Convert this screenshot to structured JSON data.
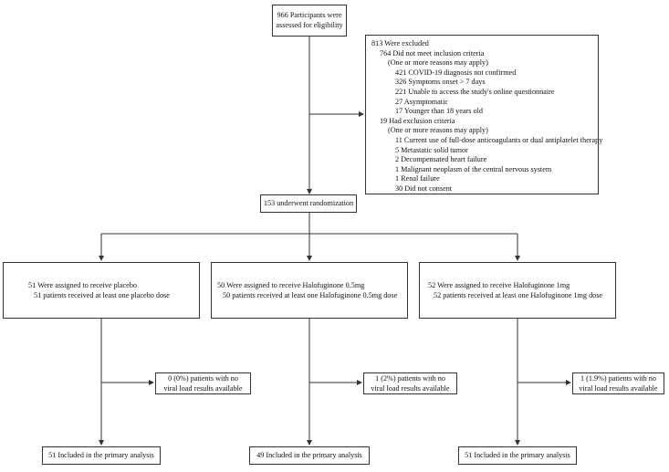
{
  "assessed": {
    "line1": "966 Participants were",
    "line2": "assessed for eligibility"
  },
  "excluded": {
    "title": "813 Were excluded",
    "inclusion_title": "764 Did not meet inclusion criteria",
    "inclusion_note": "(One or more reasons may apply)",
    "inclusion_items": [
      "421 COVID-19 diagnosis not confirmed",
      "326 Symptoms onset > 7 days",
      "221 Unable to access the study's online questionnaire",
      "27 Asymptomatic",
      "17 Younger than 18 years old"
    ],
    "exclusion_title": "19 Had exclusion criteria",
    "exclusion_note": "(One or more reasons may apply)",
    "exclusion_items": [
      "11 Current use of full-dose anticoagulants or dual antiplatelet therapy",
      "5 Metastatic solid tumor",
      "2 Decompensated heart failure",
      "1 Malignant neoplasm of the central nervous system",
      "1 Renal failure"
    ],
    "no_consent": "30 Did not consent"
  },
  "randomized": "153 underwent randomization",
  "arms": [
    {
      "assigned": "51  Were assigned to receive placebo",
      "received": "51  patients received at least one placebo dose",
      "missing_line1": "0 (0%) patients with no",
      "missing_line2": "viral load results available",
      "analysis": "51 Included in the primary analysis"
    },
    {
      "assigned": "50  Were assigned to receive Halofuginone 0.5mg",
      "received": "50  patients received at least one Halofuginone 0.5mg dose",
      "missing_line1": "1 (2%) patients with no",
      "missing_line2": "viral load results available",
      "analysis": "49 Included in the primary analysis"
    },
    {
      "assigned": "52  Were assigned to receive Halofuginone 1mg",
      "received": "52  patients received at least one Halofuginone 1mg dose",
      "missing_line1": "1 (1.9%) patients with no",
      "missing_line2": "viral load results available",
      "analysis": "51 Included in the primary analysis"
    }
  ]
}
